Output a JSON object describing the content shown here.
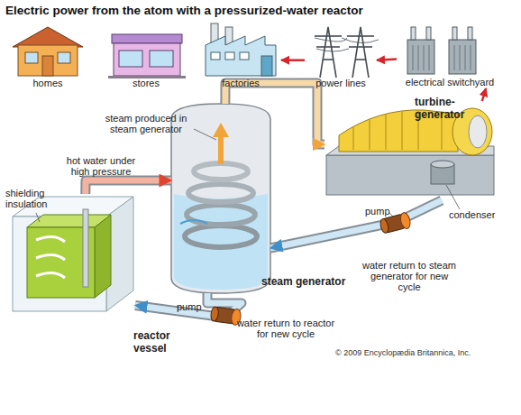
{
  "diagram": {
    "title": "Electric power from the atom with a pressurized-water reactor",
    "nodes": [
      {
        "text": [
          "homes"
        ]
      },
      {
        "text": [
          "stores"
        ]
      },
      {
        "text": [
          "factories"
        ]
      },
      {
        "text": [
          "power lines"
        ]
      },
      {
        "text": [
          "electrical switchyard"
        ]
      },
      {
        "text": [
          "turbine-generator"
        ]
      },
      {
        "text": [
          "steam generator"
        ]
      },
      {
        "text": [
          "reactor vessel"
        ]
      }
    ],
    "edges": [
      {
        "from": 3,
        "to": 2,
        "arrow": "to"
      },
      {
        "from": 4,
        "to": 3,
        "arrow": "to"
      },
      {
        "from": 5,
        "to": 4,
        "arrow": "to"
      },
      {
        "from": 7,
        "to": 6,
        "arrow": "to"
      },
      {
        "from": 6,
        "to": 5,
        "arrow": "to"
      },
      {
        "from": 5,
        "to": 6,
        "arrow": "to"
      },
      {
        "from": 6,
        "to": 7,
        "arrow": "to"
      }
    ],
    "labels": [
      "steam produced in steam generator",
      "hot water under high pressure",
      "shielding insulation",
      "pump",
      "condenser",
      "water return to steam generator for new cycle",
      "pump",
      "water return to reactor for new cycle",
      "© 2009 Encyclopædia Britannica, Inc."
    ]
  }
}
